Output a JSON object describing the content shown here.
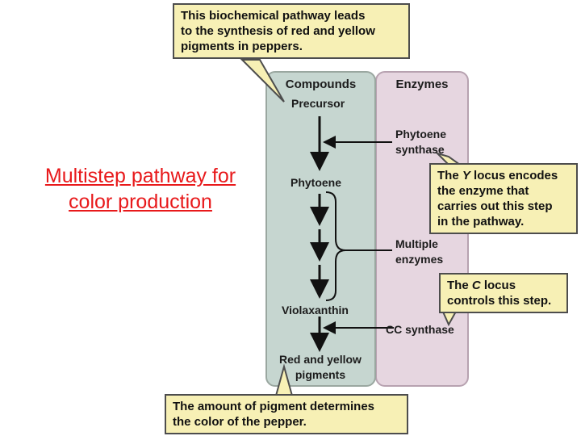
{
  "left_title": [
    "Multistep pathway for",
    "color production"
  ],
  "columns": {
    "compounds": "Compounds",
    "enzymes": "Enzymes"
  },
  "compounds": {
    "precursor": "Precursor",
    "phytoene": "Phytoene",
    "violaxanthin": "Violaxanthin",
    "final": [
      "Red and yellow",
      "pigments"
    ]
  },
  "enzymes": {
    "phytoene_synthase": [
      "Phytoene",
      "synthase"
    ],
    "multiple": [
      "Multiple",
      "enzymes"
    ],
    "cc_synthase": "CC synthase"
  },
  "notes": {
    "top": [
      "This biochemical pathway leads",
      "to the synthesis of red and yellow",
      "pigments in peppers."
    ],
    "y_locus": [
      "The Y locus encodes",
      "the enzyme that",
      "carries out this step",
      "in the pathway."
    ],
    "c_locus": [
      "The C locus",
      "controls this step."
    ],
    "bottom": [
      "The amount of pigment determines",
      "the color of the pepper."
    ]
  },
  "colors": {
    "title_red": "#e8191b",
    "note_fill": "#f7f0b5",
    "compounds_fill": "#c6d6d0",
    "enzymes_fill": "#e6d6e0"
  }
}
